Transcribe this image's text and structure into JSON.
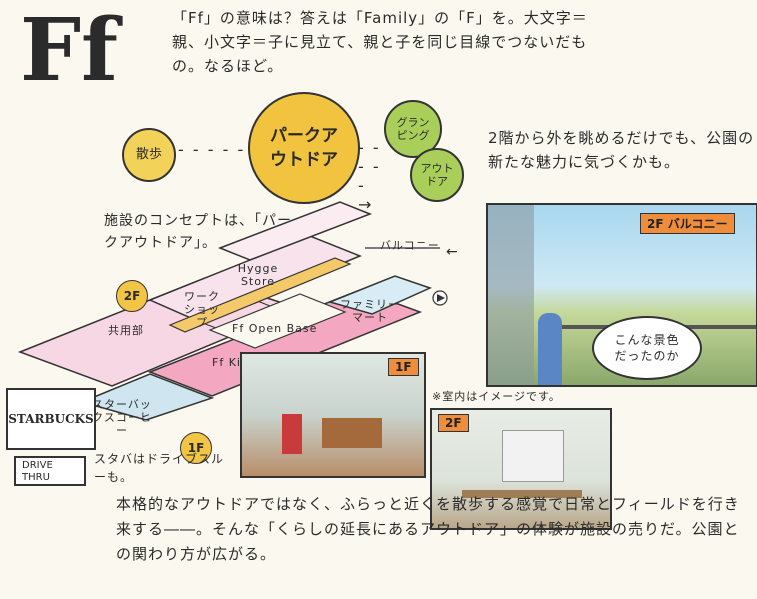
{
  "logo": "Ff",
  "intro": "「Ff」の意味は？答えは「Family」の「F」を。大文字＝親、小文字＝子に見立て、親と子を同じ目線でつないだもの。なるほど。",
  "flow": {
    "walk": "散歩",
    "park": "パークアウトドア",
    "glamping": "グランピング",
    "outdoor": "アウトドア",
    "arrow": "- - - - - →"
  },
  "balcony_caption": "2階から外を眺めるだけでも、公園の新たな魅力に気づくかも。",
  "concept": "施設のコンセプトは、「パークアウトドア」。",
  "map": {
    "balcony": "バルコニー",
    "hygge": "Hygge Store",
    "work": "ワークショップ",
    "shared": "共用部",
    "open_base": "Ff Open Base",
    "family_mart": "ファミリーマート",
    "kitchen": "Ff Kitchen Base",
    "starbucks": "スターバックスコーヒー",
    "floor2": "2F",
    "floor1": "1F"
  },
  "photos": {
    "balcony_tag": "2F バルコニー",
    "floor1_tag": "1F",
    "floor2_tag": "2F",
    "speech": "こんな景色だったのか",
    "note": "※室内はイメージです。"
  },
  "starbucks": {
    "sign": "STARBUCKS",
    "drive": "DRIVE THRU",
    "note": "スタバはドライブスルーも。"
  },
  "bottom": "本格的なアウトドアではなく、ふらっと近くを散歩する感覚で日常とフィールドを行き来する――。そんな「くらしの延長にあるアウトドア」の体験が施設の売りだ。公園との関わり方が広がる。"
}
